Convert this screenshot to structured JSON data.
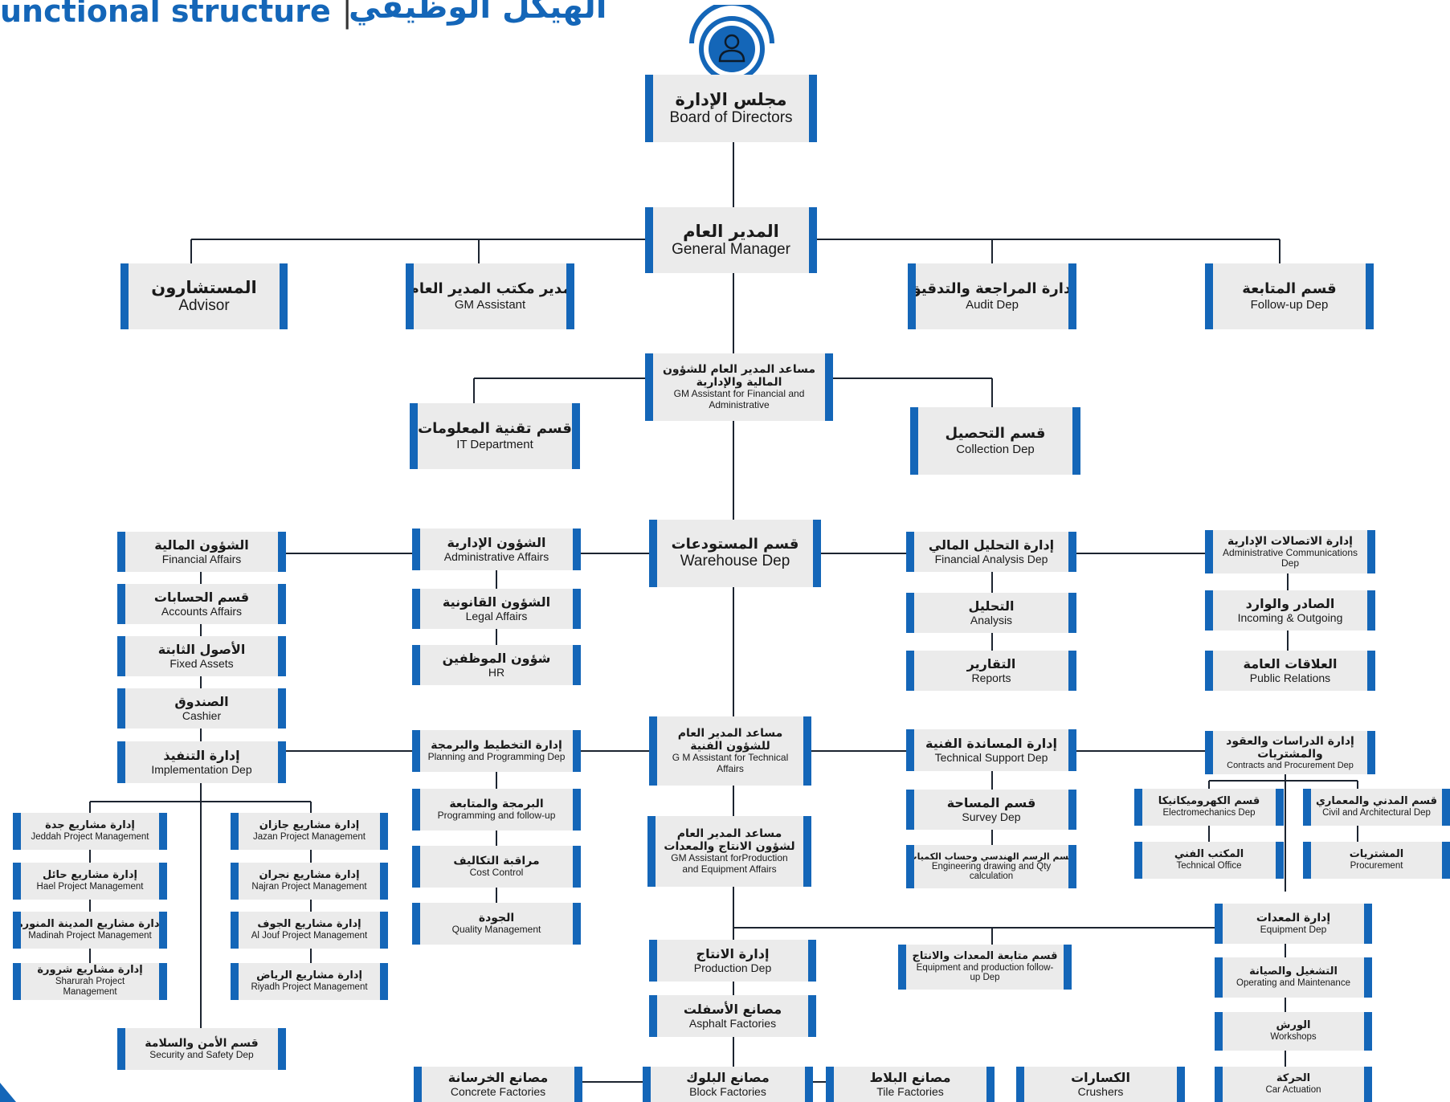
{
  "header": {
    "title_en": "unctional structure",
    "separator": "|",
    "title_ar": "الهيكل الوظيفي"
  },
  "colors": {
    "accent": "#1466b8",
    "box_fill": "#ebebeb",
    "connector": "#1c2430"
  },
  "icons": {
    "top": "person-icon"
  },
  "nodes": {
    "board": {
      "ar": "مجلس الإدارة",
      "en": "Board of Directors"
    },
    "gm": {
      "ar": "المدير العام",
      "en": "General Manager"
    },
    "advisor": {
      "ar": "المستشارون",
      "en": "Advisor"
    },
    "gm_asst": {
      "ar": "مدير مكتب المدير العام",
      "en": "GM Assistant"
    },
    "audit": {
      "ar": "إدارة المراجعة والتدقيق",
      "en": "Audit Dep"
    },
    "followup": {
      "ar": "قسم المتابعة",
      "en": "Follow-up Dep"
    },
    "gm_fin": {
      "ar": "مساعد المدير العام للشؤون المالية والإدارية",
      "en": "GM Assistant for Financial and Administrative"
    },
    "it": {
      "ar": "قسم تقنية المعلومات",
      "en": "IT Department"
    },
    "collection": {
      "ar": "قسم التحصيل",
      "en": "Collection Dep"
    },
    "warehouse": {
      "ar": "قسم المستودعات",
      "en": "Warehouse Dep"
    },
    "fin_affairs": {
      "ar": "الشؤون المالية",
      "en": "Financial Affairs"
    },
    "accounts": {
      "ar": "قسم الحسابات",
      "en": "Accounts Affairs"
    },
    "fixed_assets": {
      "ar": "الأصول الثابتة",
      "en": "Fixed Assets"
    },
    "cashier": {
      "ar": "الصندوق",
      "en": "Cashier"
    },
    "admin_affairs": {
      "ar": "الشؤون الإدارية",
      "en": "Administrative Affairs"
    },
    "legal": {
      "ar": "الشؤون القانونية",
      "en": "Legal Affairs"
    },
    "hr": {
      "ar": "شؤون الموظفين",
      "en": "HR"
    },
    "fin_analysis": {
      "ar": "إدارة التحليل المالي",
      "en": "Financial Analysis Dep"
    },
    "analysis": {
      "ar": "التحليل",
      "en": "Analysis"
    },
    "reports": {
      "ar": "التقارير",
      "en": "Reports"
    },
    "admin_comm": {
      "ar": "إدارة الاتصالات الإدارية",
      "en": "Administrative Communications Dep"
    },
    "incoming": {
      "ar": "الصادر والوارد",
      "en": "Incoming & Outgoing"
    },
    "pr": {
      "ar": "العلاقات العامة",
      "en": "Public Relations"
    },
    "gm_tech": {
      "ar": "مساعد المدير العام للشؤون الفنية",
      "en": "G M Assistant for Technical Affairs"
    },
    "implementation": {
      "ar": "إدارة التنفيذ",
      "en": "Implementation Dep"
    },
    "planning": {
      "ar": "إدارة التخطيط والبرمجة",
      "en": "Planning and Programming Dep"
    },
    "programming": {
      "ar": "البرمجة والمتابعة",
      "en": "Programming and follow-up"
    },
    "cost": {
      "ar": "مراقبة التكاليف",
      "en": "Cost Control"
    },
    "quality": {
      "ar": "الجودة",
      "en": "Quality Management"
    },
    "tech_support": {
      "ar": "إدارة المساندة الفنية",
      "en": "Technical Support Dep"
    },
    "survey": {
      "ar": "قسم المساحة",
      "en": "Survey Dep"
    },
    "engineering": {
      "ar": "قسم الرسم الهندسي وحساب الكميات",
      "en": "Engineering drawing and Qty calculation"
    },
    "studies": {
      "ar": "إدارة الدراسات والعقود والمشتريات",
      "en": "Contracts and Procurement Dep"
    },
    "electro": {
      "ar": "قسم الكهروميكانيكا",
      "en": "Electromechanics Dep"
    },
    "civil": {
      "ar": "قسم المدني والمعماري",
      "en": "Civil and Architectural Dep"
    },
    "tech_office": {
      "ar": "المكتب الفني",
      "en": "Technical Office"
    },
    "procurement": {
      "ar": "المشتريات",
      "en": "Procurement"
    },
    "jeddah": {
      "ar": "إدارة مشاريع جدة",
      "en": "Jeddah Project Management"
    },
    "hael": {
      "ar": "إدارة مشاريع حائل",
      "en": "Hael Project Management"
    },
    "madinah": {
      "ar": "إدارة مشاريع المدينة المنورة",
      "en": "Madinah Project Management"
    },
    "sharurah": {
      "ar": "إدارة مشاريع شرورة",
      "en": "Sharurah Project Management"
    },
    "jazan": {
      "ar": "إدارة مشاريع جازان",
      "en": "Jazan Project Management"
    },
    "najran": {
      "ar": "إدارة مشاريع نجران",
      "en": "Najran Project Management"
    },
    "jouf": {
      "ar": "إدارة مشاريع الجوف",
      "en": "Al Jouf Project Management"
    },
    "riyadh": {
      "ar": "إدارة مشاريع الرياض",
      "en": "Riyadh Project Management"
    },
    "safety": {
      "ar": "قسم الأمن والسلامة",
      "en": "Security and Safety Dep"
    },
    "gm_prod": {
      "ar": "مساعد المدير العام لشؤون الانتاج والمعدات",
      "en": "GM Assistant forProduction and Equipment Affairs"
    },
    "production": {
      "ar": "إدارة الانتاج",
      "en": "Production Dep"
    },
    "asphalt": {
      "ar": "مصانع الأسفلت",
      "en": "Asphalt Factories"
    },
    "eq_followup": {
      "ar": "قسم متابعة المعدات والانتاج",
      "en": "Equipment and production follow-up Dep"
    },
    "equipment": {
      "ar": "إدارة المعدات",
      "en": "Equipment Dep"
    },
    "operating": {
      "ar": "التشغيل والصيانة",
      "en": "Operating and Maintenance"
    },
    "workshops": {
      "ar": "الورش",
      "en": "Workshops"
    },
    "car": {
      "ar": "الحركة",
      "en": "Car Actuation"
    },
    "concrete": {
      "ar": "مصانع الخرسانة",
      "en": "Concrete Factories"
    },
    "block": {
      "ar": "مصانع البلوك",
      "en": "Block Factories"
    },
    "tile": {
      "ar": "مصانع البلاط",
      "en": "Tile Factories"
    },
    "crushers": {
      "ar": "الكسارات",
      "en": "Crushers"
    }
  }
}
